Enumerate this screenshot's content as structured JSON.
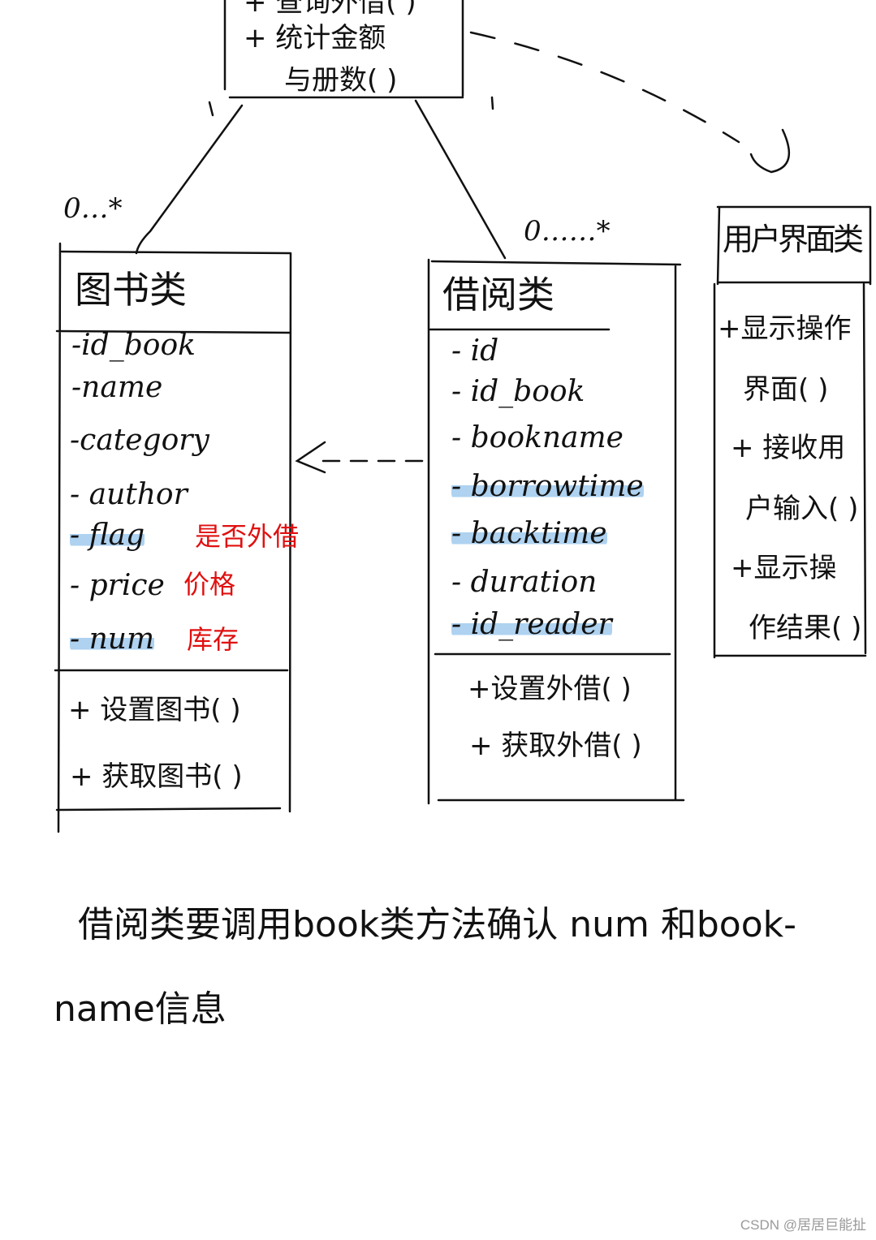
{
  "top_class": {
    "methods": [
      "+ 查询外借( )",
      "+ 统计金额",
      "与册数( )"
    ]
  },
  "book_class": {
    "multiplicity": "0…*",
    "title": "图书类",
    "attributes": [
      "-id_book",
      "-name",
      "-category",
      "- author",
      "- flag",
      "- price",
      "- num"
    ],
    "notes": {
      "flag": "是否外借",
      "price": "价格",
      "num": "库存"
    },
    "methods": [
      "+ 设置图书( )",
      "+ 获取图书( )"
    ]
  },
  "borrow_class": {
    "multiplicity": "0……*",
    "title": "借阅类",
    "attributes": [
      "- id",
      "- id_book",
      "- bookname",
      "- borrowtime",
      "- backtime",
      "- duration",
      "- id_reader"
    ],
    "methods": [
      "+设置外借( )",
      "+ 获取外借( )"
    ]
  },
  "ui_class": {
    "title": "用户界面类",
    "methods": [
      "+显示操作",
      "界面( )",
      "+ 接收用",
      "户输入( )",
      "+显示操",
      "作结果( )"
    ]
  },
  "footer_note": {
    "line1": "借阅类要调用book类方法确认 num 和book-",
    "line2": "name信息"
  },
  "watermark": "CSDN @居居巨能扯"
}
